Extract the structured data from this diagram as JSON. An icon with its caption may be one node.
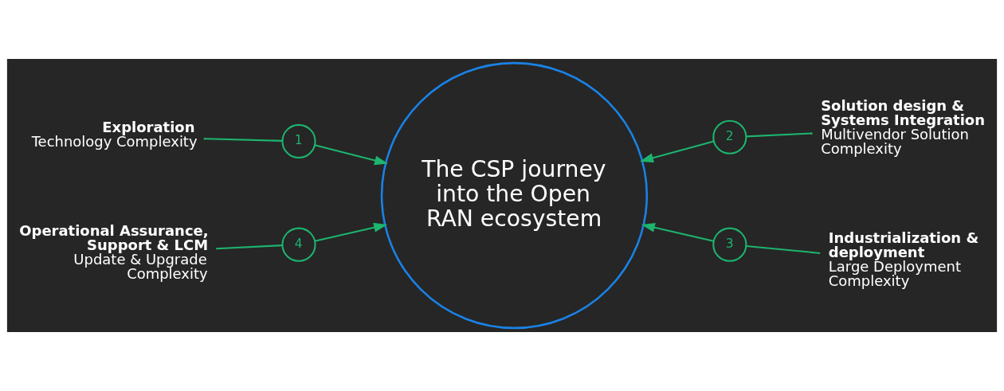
{
  "diagram": {
    "nodes": [
      {
        "text": [
          "Exploration",
          "Technology Complexity"
        ]
      },
      {
        "text": [
          "1"
        ]
      },
      {
        "text": [
          "Solution design & Systems Integration",
          "Multivendor Solution Complexity"
        ]
      },
      {
        "text": [
          "2"
        ]
      },
      {
        "text": [
          "The CSP journey into the Open RAN ecosystem"
        ]
      },
      {
        "text": [
          "Operational Assurance, Support & LCM",
          "Update & Upgrade Complexity"
        ]
      },
      {
        "text": [
          "4"
        ]
      },
      {
        "text": [
          "Industrialization & deployment",
          "Large Deployment Complexity"
        ]
      },
      {
        "text": [
          "3"
        ]
      }
    ],
    "edges": [
      {
        "from": 0,
        "to": 1,
        "arrow": "none"
      },
      {
        "from": 1,
        "to": 4,
        "arrow": "to"
      },
      {
        "from": 2,
        "to": 3,
        "arrow": "none"
      },
      {
        "from": 3,
        "to": 4,
        "arrow": "to"
      },
      {
        "from": 5,
        "to": 6,
        "arrow": "none"
      },
      {
        "from": 6,
        "to": 4,
        "arrow": "to"
      },
      {
        "from": 7,
        "to": 8,
        "arrow": "none"
      },
      {
        "from": 8,
        "to": 4,
        "arrow": "to"
      }
    ]
  }
}
